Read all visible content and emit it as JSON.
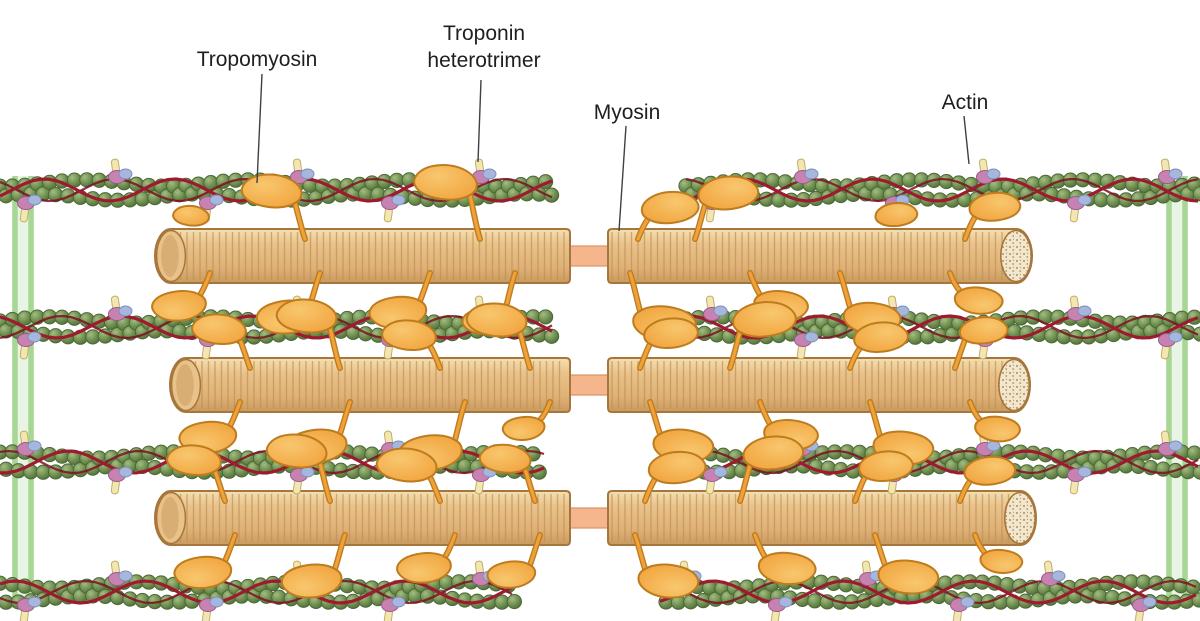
{
  "diagram": {
    "subject": "Sarcomere filament structure",
    "labels": {
      "tropomyosin": "Tropomyosin",
      "troponin": "Troponin heterotrimer",
      "myosin": "Myosin",
      "actin": "Actin"
    },
    "colors": {
      "background": "#ffffff",
      "label_text": "#1f1f1f",
      "leader": "#404040",
      "actin_bead_light": "#a3bd82",
      "actin_bead": "#6e8f50",
      "actin_bead_dark": "#4c6836",
      "tropomyosin": "#9e1b2f",
      "tropomyosin_dark": "#7e1022",
      "troponin_pink": "#c882b2",
      "troponin_pink_outline": "#99598a",
      "troponin_blue": "#a7b6dc",
      "troponin_blue_outline": "#7d8fba",
      "troponin_yellow": "#f2e6b2",
      "troponin_yellow_outline": "#c2ae64",
      "myosin_light": "#f4e0b2",
      "myosin_mid": "#e9c28a",
      "myosin_mid2": "#dfb176",
      "myosin_dark": "#c89a5e",
      "myosin_stripe": "#bc8f55",
      "myosin_outline": "#a6763c",
      "myosin_end": "#f2e7cd",
      "myosin_end_dot": "#ab8f63",
      "myosin_head": "#f1a13a",
      "myosin_head_light": "#f8c76e",
      "myosin_head_outline": "#bd7c1e",
      "bare_zone": "#f5b68e",
      "bare_zone_outline": "#dd9468",
      "z_line": "#a8d795"
    }
  }
}
